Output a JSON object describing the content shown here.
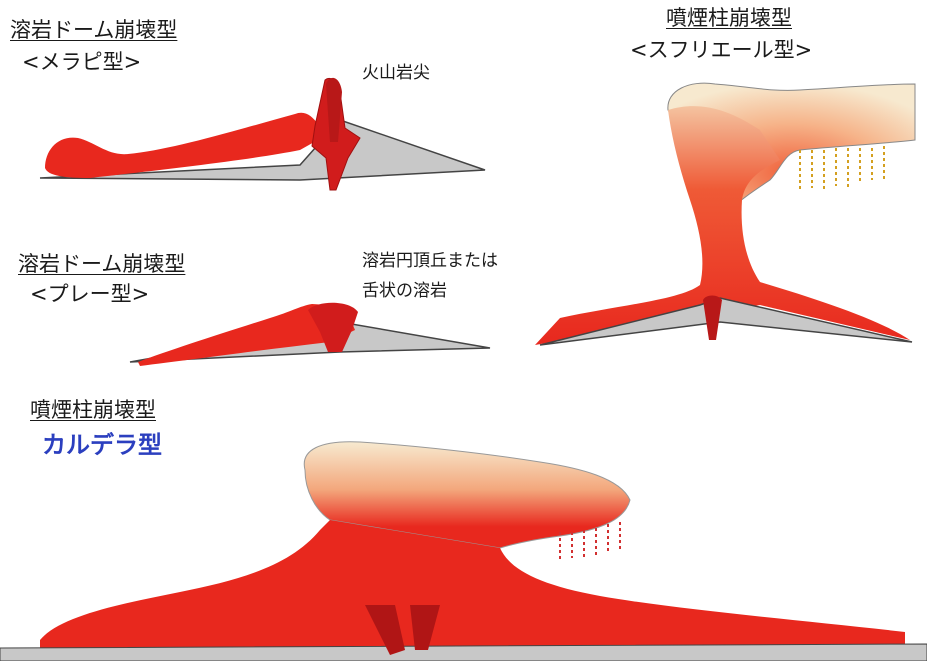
{
  "panels": {
    "merapi": {
      "title": "溶岩ドーム崩壊型",
      "subtitle": "<メラピ型>",
      "annotation": "火山岩尖"
    },
    "pelee": {
      "title": "溶岩ドーム崩壊型",
      "subtitle": "<プレー型>",
      "annotation_line1": "溶岩円頂丘または",
      "annotation_line2": "舌状の溶岩"
    },
    "soufriere": {
      "title": "噴煙柱崩壊型",
      "subtitle": "<スフリエール型>"
    },
    "caldera": {
      "title": "噴煙柱崩壊型",
      "subtitle": "カルデラ型"
    }
  },
  "colors": {
    "flow_red": "#e8281e",
    "dark_red": "#b01515",
    "ground_gray": "#c8c8c8",
    "ash_cream": "#f4e6c8",
    "accent_blue": "#2b3fbf"
  }
}
